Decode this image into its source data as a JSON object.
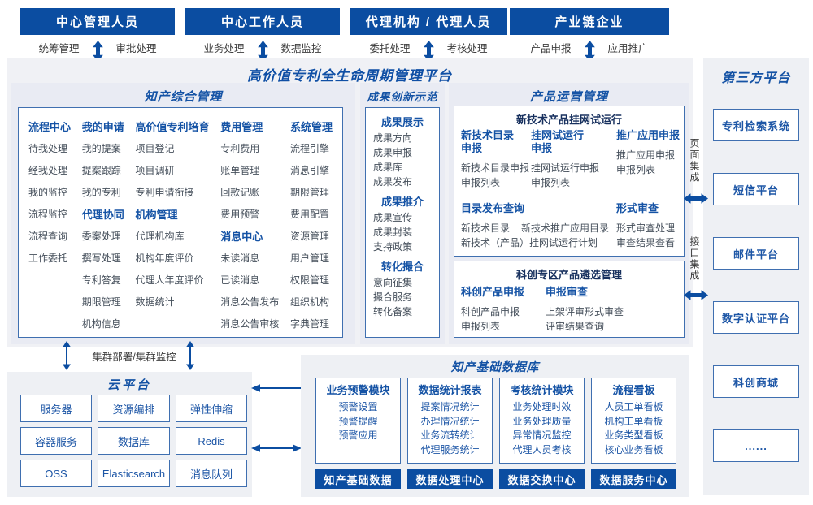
{
  "page": {
    "title": "高价值专利全生命周期管理平台"
  },
  "roles": [
    {
      "title": "中心管理人员",
      "left": "统筹管理",
      "right": "审批处理"
    },
    {
      "title": "中心工作人员",
      "left": "业务处理",
      "right": "数据监控"
    },
    {
      "title": "代理机构 / 代理人员",
      "left": "委托处理",
      "right": "考核处理"
    },
    {
      "title": "产业链企业",
      "left": "产品申报",
      "right": "应用推广"
    }
  ],
  "ip_management": {
    "title": "知产综合管理",
    "columns": [
      [
        {
          "h": "流程中心"
        },
        {
          "i": "待我处理"
        },
        {
          "i": "经我处理"
        },
        {
          "i": "我的监控"
        },
        {
          "i": "流程监控"
        },
        {
          "i": "流程查询"
        },
        {
          "i": "工作委托"
        }
      ],
      [
        {
          "h": "我的申请"
        },
        {
          "i": "我的提案"
        },
        {
          "i": "提案跟踪"
        },
        {
          "i": "我的专利"
        },
        {
          "h": "代理协同"
        },
        {
          "i": "委案处理"
        },
        {
          "i": "撰写处理"
        },
        {
          "i": "专利答复"
        },
        {
          "i": "期限管理"
        },
        {
          "i": "机构信息"
        }
      ],
      [
        {
          "h": "高价值专利培育"
        },
        {
          "i": "项目登记"
        },
        {
          "i": "项目调研"
        },
        {
          "i": "专利申请衔接"
        },
        {
          "h": "机构管理"
        },
        {
          "i": "代理机构库"
        },
        {
          "i": "机构年度评价"
        },
        {
          "i": "代理人年度评价"
        },
        {
          "i": "数据统计"
        }
      ],
      [
        {
          "h": "费用管理"
        },
        {
          "i": "专利费用"
        },
        {
          "i": "账单管理"
        },
        {
          "i": "回款记账"
        },
        {
          "i": "费用预警"
        },
        {
          "h": "消息中心"
        },
        {
          "i": "未读消息"
        },
        {
          "i": "已读消息"
        },
        {
          "i": "消息公告发布"
        },
        {
          "i": "消息公告审核"
        }
      ],
      [
        {
          "h": "系统管理"
        },
        {
          "i": "流程引擎"
        },
        {
          "i": "消息引擎"
        },
        {
          "i": "期限管理"
        },
        {
          "i": "费用配置"
        },
        {
          "i": "资源管理"
        },
        {
          "i": "用户管理"
        },
        {
          "i": "权限管理"
        },
        {
          "i": "组织机构"
        },
        {
          "i": "字典管理"
        }
      ]
    ]
  },
  "achievement": {
    "title": "成果创新示范",
    "groups": [
      {
        "h": "成果展示",
        "items": [
          "成果方向",
          "成果申报",
          "成果库",
          "成果发布"
        ]
      },
      {
        "h": "成果推介",
        "items": [
          "成果宣传",
          "成果封装",
          "支持政策"
        ]
      },
      {
        "h": "转化撮合",
        "items": [
          "意向征集",
          "撮合服务",
          "转化备案"
        ]
      }
    ]
  },
  "product_ops": {
    "title": "产品运营管理",
    "box1": {
      "title": "新技术产品挂网试运行",
      "groups": [
        {
          "h": "新技术目录申报",
          "items": [
            "新技术目录申报",
            "申报列表"
          ]
        },
        {
          "h": "挂网试运行申报",
          "items": [
            "挂网试运行申报",
            "申报列表"
          ]
        },
        {
          "h": "推广应用申报",
          "items": [
            "推广应用申报",
            "申报列表"
          ]
        },
        {
          "h": "目录发布查询",
          "items": [
            "新技术目录",
            "新技术推广应用目录",
            "新技术（产品）挂网试运行计划"
          ]
        },
        {
          "h": "形式审查",
          "items": [
            "形式审查处理",
            "审查结果查看"
          ]
        }
      ]
    },
    "box2": {
      "title": "科创专区产品遴选管理",
      "groups": [
        {
          "h": "科创产品申报",
          "items": [
            "科创产品申报",
            "申报列表"
          ]
        },
        {
          "h": "申报审查",
          "items": [
            "上架评审形式审查",
            "评审结果查询"
          ]
        }
      ]
    }
  },
  "third_party": {
    "title": "第三方平台",
    "items": [
      "专利检索系统",
      "短信平台",
      "邮件平台",
      "数字认证平台",
      "科创商城",
      "......"
    ],
    "integration_labels": [
      "页面集成",
      "接口集成"
    ]
  },
  "cluster_label": "集群部署/集群监控",
  "cloud": {
    "title": "云平台",
    "items": [
      "服务器",
      "资源编排",
      "弹性伸缩",
      "容器服务",
      "数据库",
      "Redis",
      "OSS",
      "Elasticsearch",
      "消息队列"
    ]
  },
  "data_platform": {
    "title": "知产基础数据库",
    "columns": [
      {
        "h": "业务预警模块",
        "items": [
          "预警设置",
          "预警提醒",
          "预警应用"
        ],
        "badge": "知产基础数据"
      },
      {
        "h": "数据统计报表",
        "items": [
          "提案情况统计",
          "办理情况统计",
          "业务流转统计",
          "代理服务统计"
        ],
        "badge": "数据处理中心"
      },
      {
        "h": "考核统计模块",
        "items": [
          "业务处理时效",
          "业务处理质量",
          "异常情况监控",
          "代理人员考核"
        ],
        "badge": "数据交换中心"
      },
      {
        "h": "流程看板",
        "items": [
          "人员工单看板",
          "机构工单看板",
          "业务类型看板",
          "核心业务看板"
        ],
        "badge": "数据服务中心"
      }
    ]
  },
  "colors": {
    "primary": "#0b4da1",
    "section_title": "#1553a5",
    "item_text": "#454f5b",
    "section_bg": "#e9ebf3",
    "platform_bg": "#f0f1f5"
  }
}
